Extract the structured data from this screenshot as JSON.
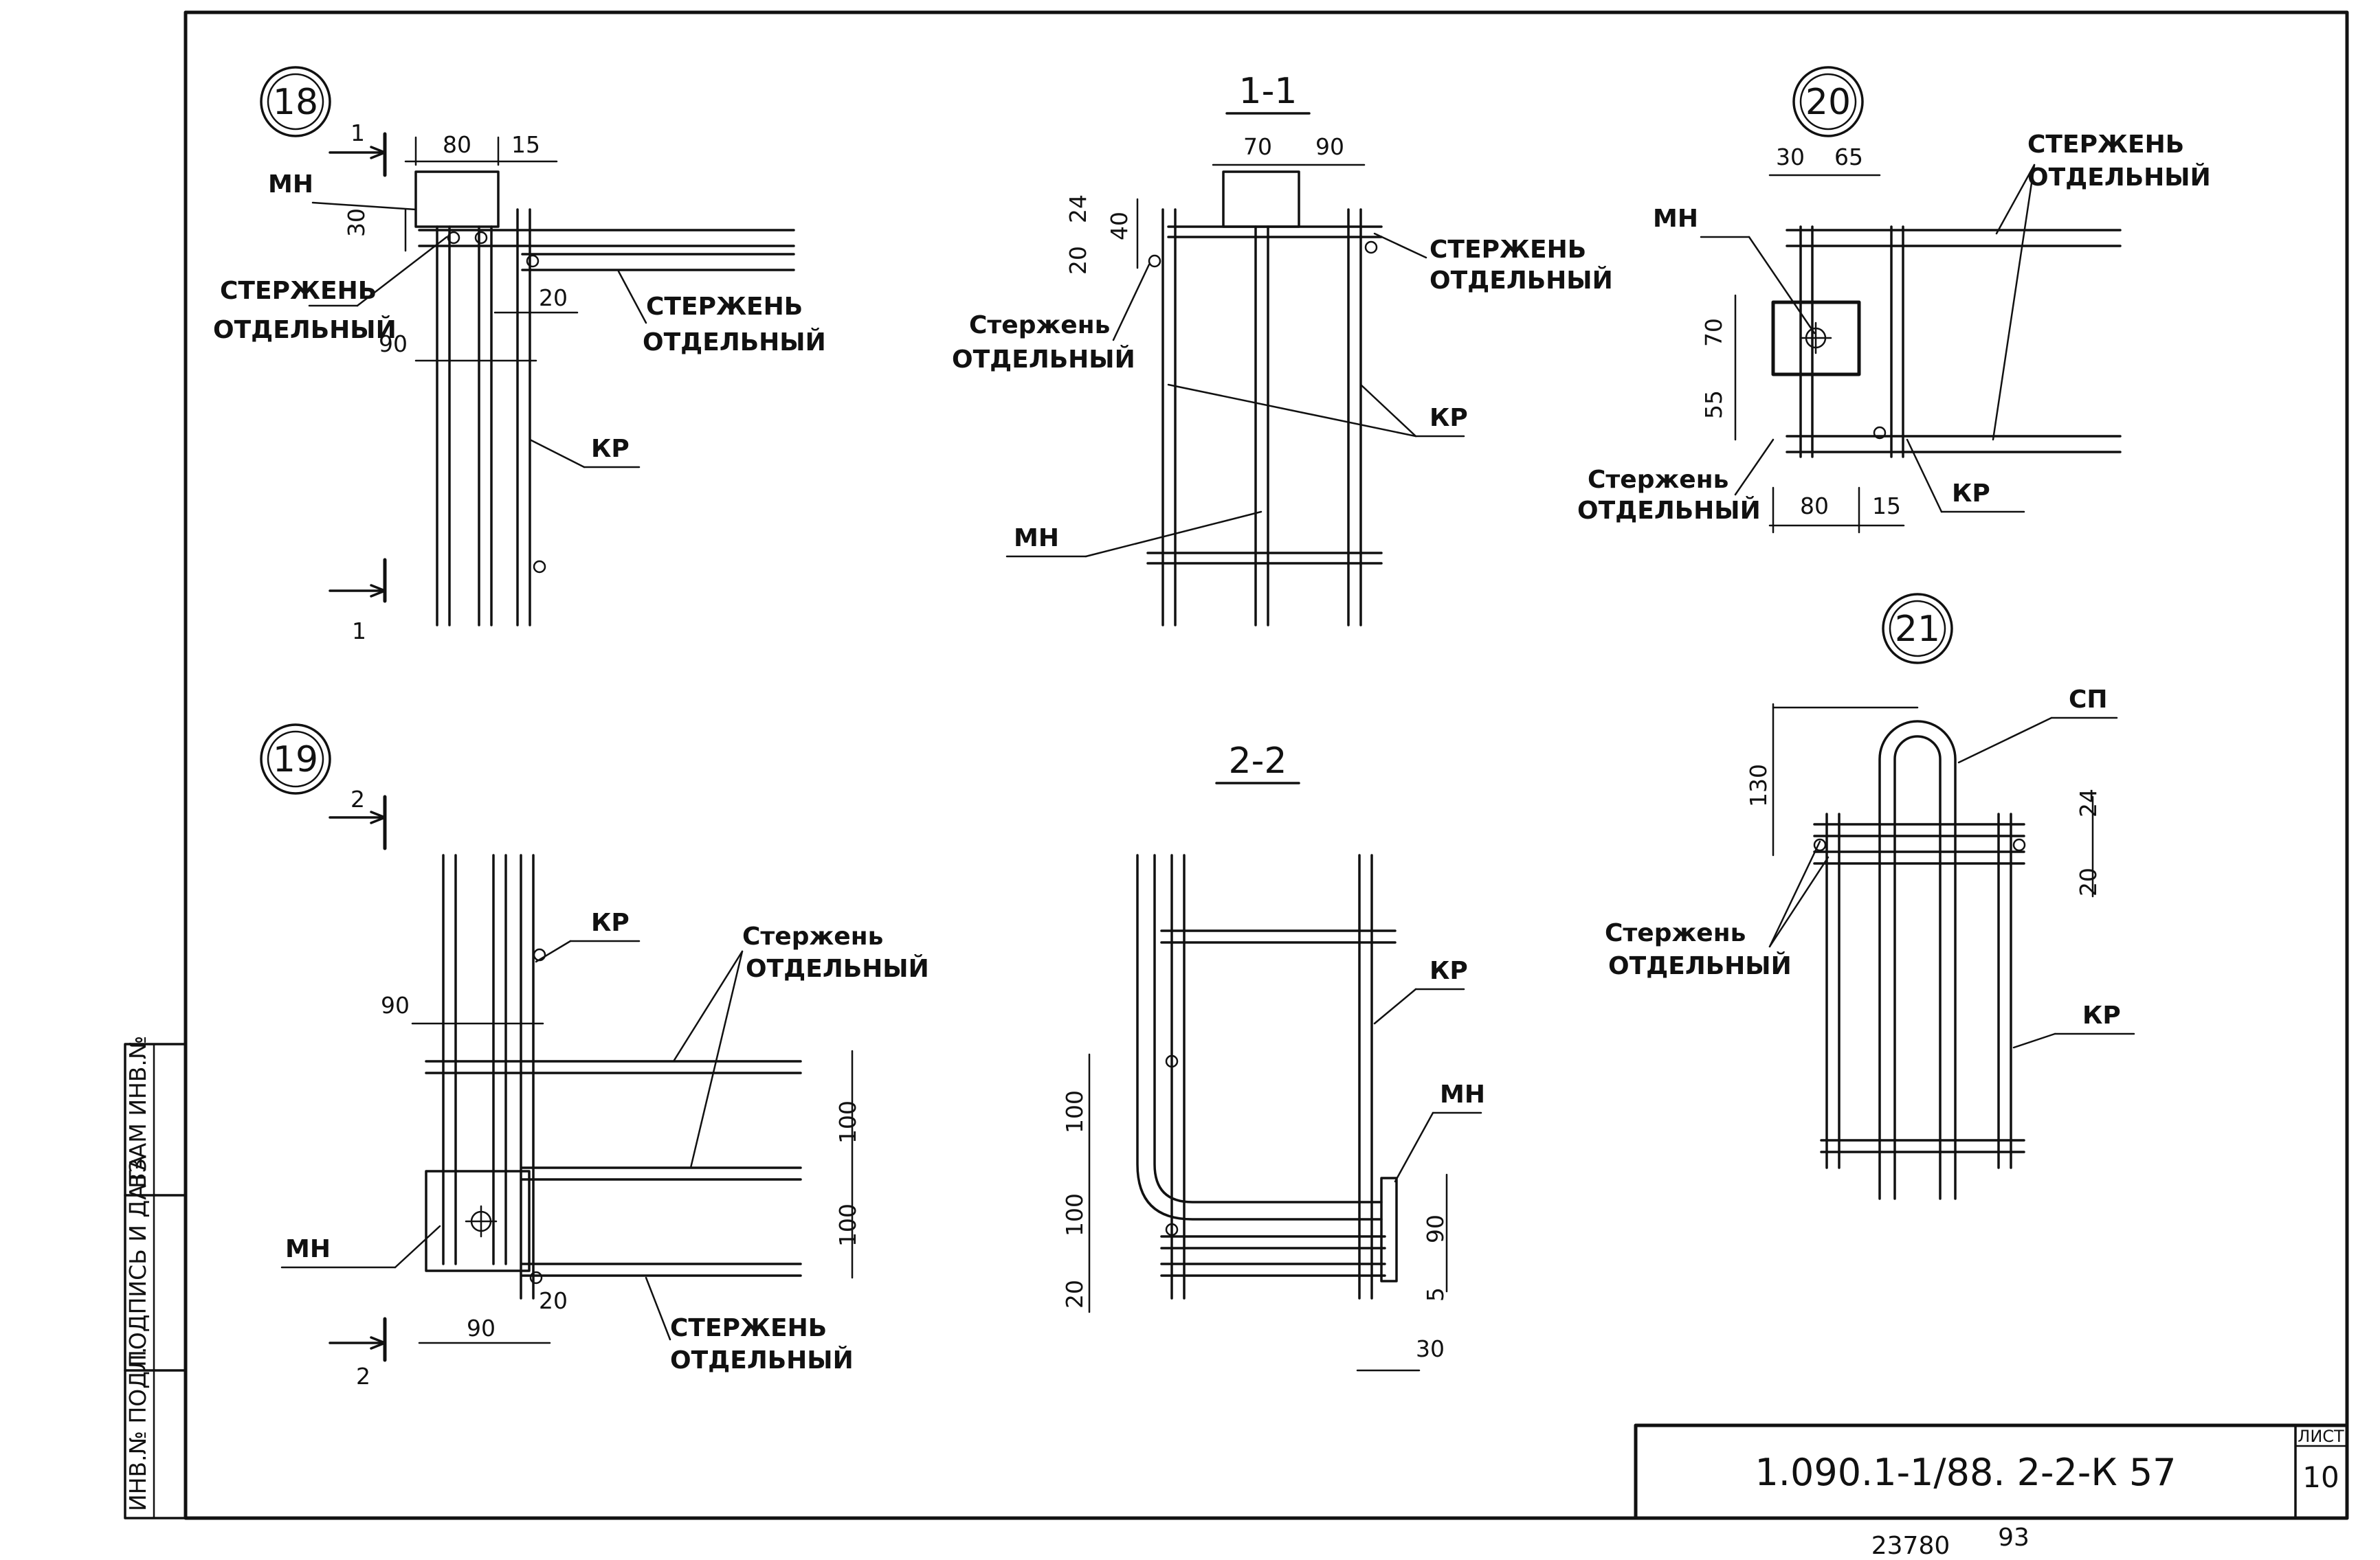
{
  "callouts": {
    "n18": "18",
    "n19": "19",
    "n20": "20",
    "n21": "21"
  },
  "sections": {
    "s11": "1-1",
    "s22": "2-2",
    "cut1": "1",
    "cut2": "2"
  },
  "labels": {
    "mn": "МН",
    "kr": "КР",
    "sp": "СП",
    "rod_line1_caps": "СТЕРЖЕНЬ",
    "rod_line1_mixed": "Стержень",
    "rod_line2": "ОТДЕЛЬНЫЙ"
  },
  "dims": {
    "d80": "80",
    "d15": "15",
    "d30": "30",
    "d20": "20",
    "d90": "90",
    "d70": "70",
    "d24": "24",
    "d40": "40",
    "d65": "65",
    "d55": "55",
    "d100": "100",
    "d5": "5",
    "d130": "130"
  },
  "side_stamp": {
    "vzam": "ВЗАМ ИНВ.№",
    "podpis": "ПОДПИСЬ И ДАТА",
    "inv": "ИНВ.№ ПОДЛ."
  },
  "title_block": {
    "designation": "1.090.1-1/88. 2-2-К 57",
    "sheet_label": "ЛИСТ",
    "sheet_no": "10"
  },
  "footer": {
    "archive_no": "23780",
    "page": "93"
  }
}
